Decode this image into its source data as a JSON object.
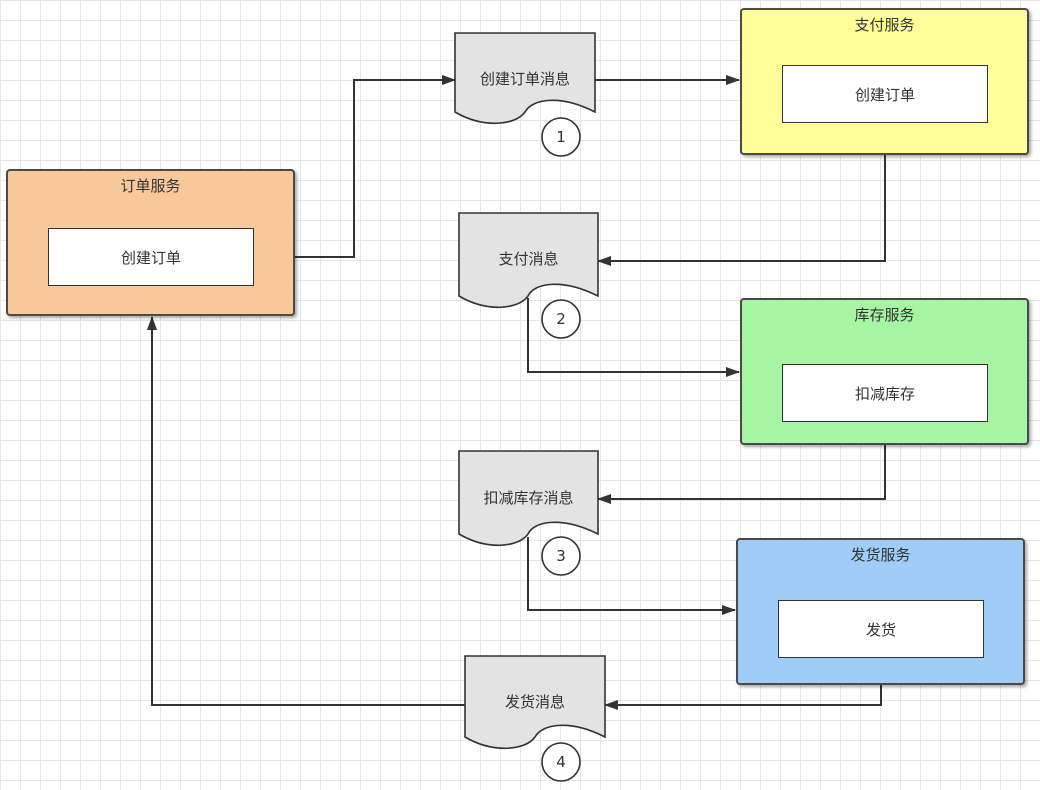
{
  "services": {
    "order": {
      "title": "订单服务",
      "action": "创建订单",
      "color": "#f9c89a"
    },
    "payment": {
      "title": "支付服务",
      "action": "创建订单",
      "color": "#ffff99"
    },
    "inventory": {
      "title": "库存服务",
      "action": "扣减库存",
      "color": "#a6f5a2"
    },
    "shipping": {
      "title": "发货服务",
      "action": "发货",
      "color": "#9fcdf7"
    }
  },
  "messages": [
    {
      "label": "创建订单消息",
      "step": "1"
    },
    {
      "label": "支付消息",
      "step": "2"
    },
    {
      "label": "扣减库存消息",
      "step": "3"
    },
    {
      "label": "发货消息",
      "step": "4"
    }
  ]
}
